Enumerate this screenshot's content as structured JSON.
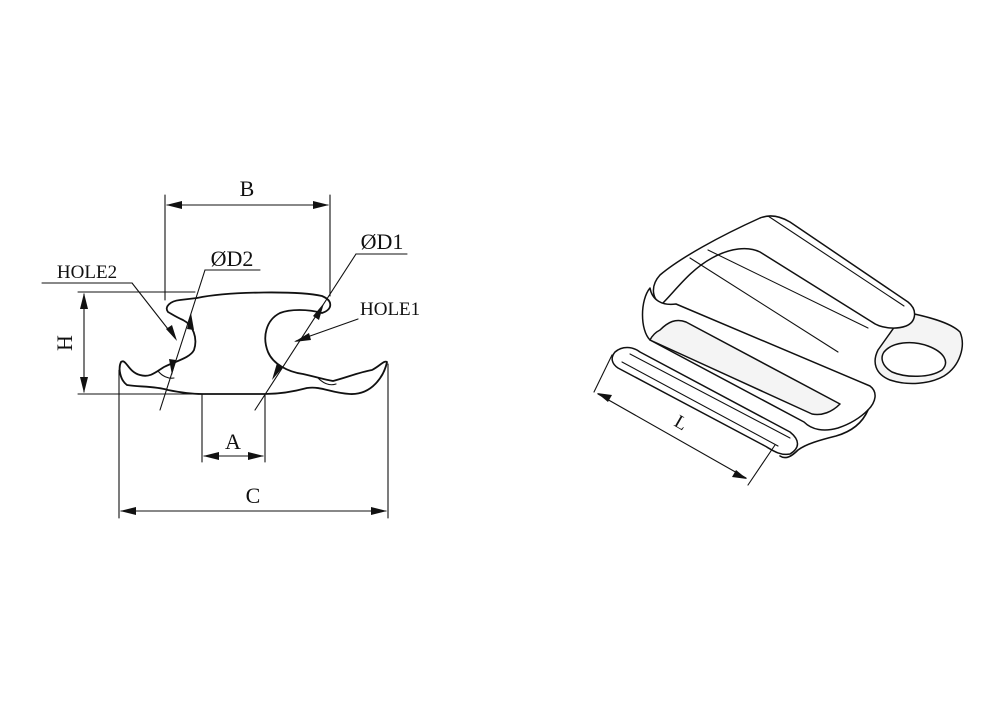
{
  "diagram": {
    "front_view": {
      "dimension_labels": {
        "b": "B",
        "h": "H",
        "a": "A",
        "c": "C",
        "d1": "ØD1",
        "d2": "ØD2"
      },
      "hole_labels": {
        "hole1": "HOLE1",
        "hole2": "HOLE2"
      }
    },
    "iso_view": {
      "length_label": "L"
    }
  }
}
